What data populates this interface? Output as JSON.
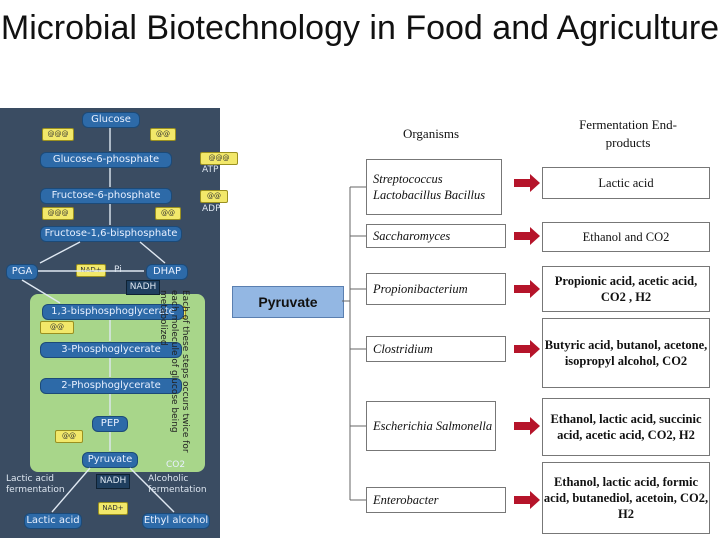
{
  "title": "Microbial Biotechnology in Food and Agriculture",
  "headers": {
    "organisms": "Organisms",
    "products": "Fermentation End-products"
  },
  "pyruvate_label": "Pyruvate",
  "pathway": {
    "glucose": "Glucose",
    "g6p": "Glucose-6-phosphate",
    "f6p": "Fructose-6-phosphate",
    "f16bp": "Fructose-1,6-bisphosphate",
    "pga": "PGA",
    "dhap": "DHAP",
    "nad_plus": "NAD+",
    "pi": "Pi",
    "nadh": "NADH",
    "bpg": "1,3-bisphosphoglycerate",
    "pg3": "3-Phosphoglycerate",
    "pg2": "2-Phosphoglycerate",
    "pep": "PEP",
    "pyruvate": "Pyruvate",
    "atp": "ATP",
    "adp": "ADP",
    "side_note": "Each of these steps occurs twice for each molecule of glucose being metabolized",
    "lactic_ferm": "Lactic acid fermentation",
    "alcoholic_ferm": "Alcoholic fermentation",
    "lactic_acid": "Lactic acid",
    "ethyl_alcohol": "Ethyl alcohol",
    "co2": "CO2"
  },
  "rows": [
    {
      "organism": "Streptococcus Lactobacillus Bacillus",
      "product": "Lactic acid"
    },
    {
      "organism": "Saccharomyces",
      "product": "Ethanol and CO2"
    },
    {
      "organism": "Propionibacterium",
      "product": "Propionic acid, acetic acid, CO2 , H2"
    },
    {
      "organism": "Clostridium",
      "product": "Butyric acid, butanol, acetone, isopropyl alcohol, CO2"
    },
    {
      "organism": "Escherichia Salmonella",
      "product": "Ethanol, lactic acid, succinic acid, acetic acid, CO2, H2"
    },
    {
      "organism": "Enterobacter",
      "product": "Ethanol, lactic acid, formic acid, butanediol, acetoin, CO2, H2"
    }
  ],
  "colors": {
    "arrow": "#b5142a",
    "pathway_blue": "#2d6aa8",
    "pathway_bg": "#a8d68a"
  }
}
